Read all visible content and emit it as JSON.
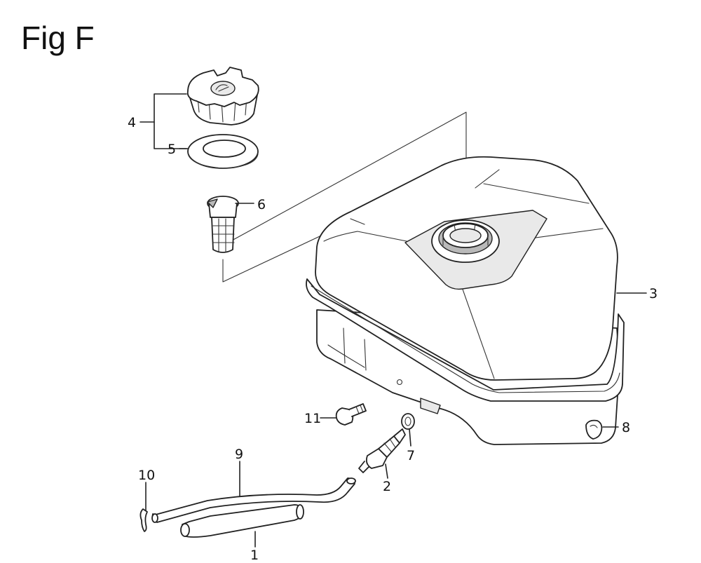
{
  "figure": {
    "title": "Fig F"
  },
  "callouts": [
    {
      "id": "1",
      "label": "1"
    },
    {
      "id": "2",
      "label": "2"
    },
    {
      "id": "3",
      "label": "3"
    },
    {
      "id": "4",
      "label": "4"
    },
    {
      "id": "5",
      "label": "5"
    },
    {
      "id": "6",
      "label": "6"
    },
    {
      "id": "7",
      "label": "7"
    },
    {
      "id": "8",
      "label": "8"
    },
    {
      "id": "9",
      "label": "9"
    },
    {
      "id": "10",
      "label": "10"
    },
    {
      "id": "11",
      "label": "11"
    }
  ]
}
